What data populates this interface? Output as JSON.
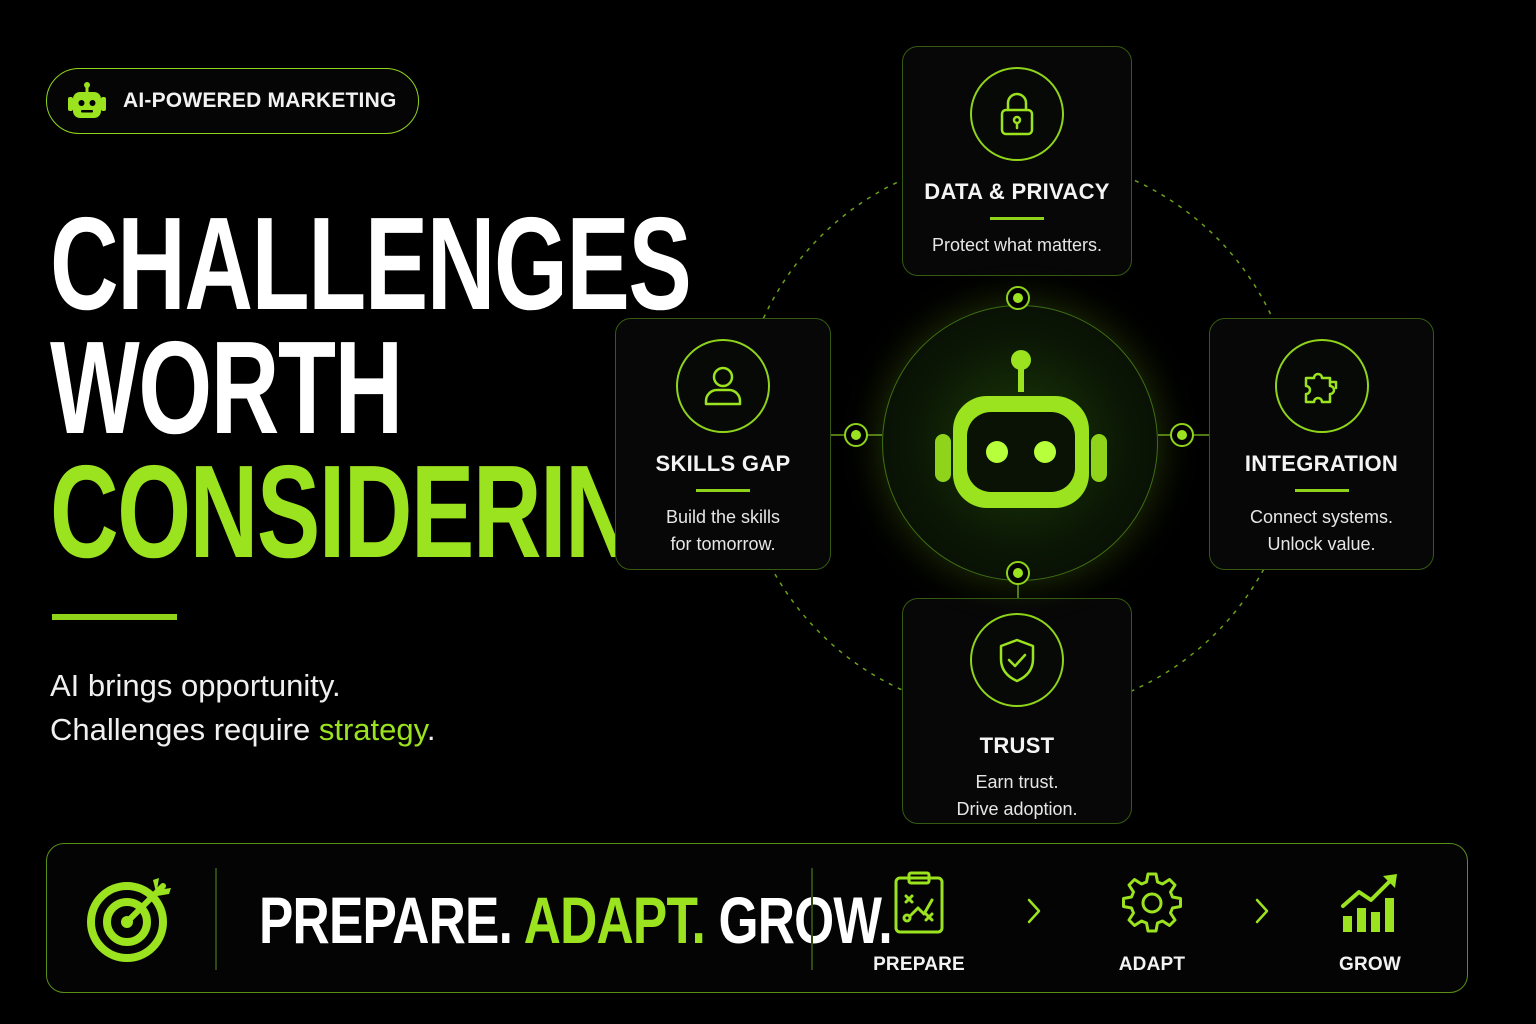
{
  "badge": {
    "label": "AI-POWERED MARKETING",
    "icon": "robot-icon"
  },
  "headline": {
    "line1": "CHALLENGES",
    "line2": "WORTH",
    "line3": "CONSIDERING"
  },
  "subtitle": {
    "line1": "AI brings opportunity.",
    "line2_prefix": "Challenges require ",
    "line2_highlight": "strategy",
    "line2_suffix": "."
  },
  "cards": {
    "top": {
      "title": "DATA & PRIVACY",
      "text1": "Protect what matters.",
      "icon": "lock-icon"
    },
    "left": {
      "title": "SKILLS GAP",
      "text1": "Build the skills",
      "text2": "for tomorrow.",
      "icon": "user-icon"
    },
    "right": {
      "title": "INTEGRATION",
      "text1": "Connect systems.",
      "text2": "Unlock value.",
      "icon": "puzzle-icon"
    },
    "bottom": {
      "title": "TRUST",
      "text1": "Earn trust.",
      "text2": "Drive adoption.",
      "icon": "shield-check-icon"
    }
  },
  "bar": {
    "slogan_1": "PREPARE.",
    "slogan_2": "ADAPT.",
    "slogan_3": "GROW.",
    "steps": [
      {
        "label": "PREPARE",
        "icon": "clipboard-plan-icon"
      },
      {
        "label": "ADAPT",
        "icon": "gear-icon"
      },
      {
        "label": "GROW",
        "icon": "growth-chart-icon"
      }
    ]
  },
  "colors": {
    "accent": "#9be21f",
    "background": "#000000",
    "text": "#ffffff"
  }
}
